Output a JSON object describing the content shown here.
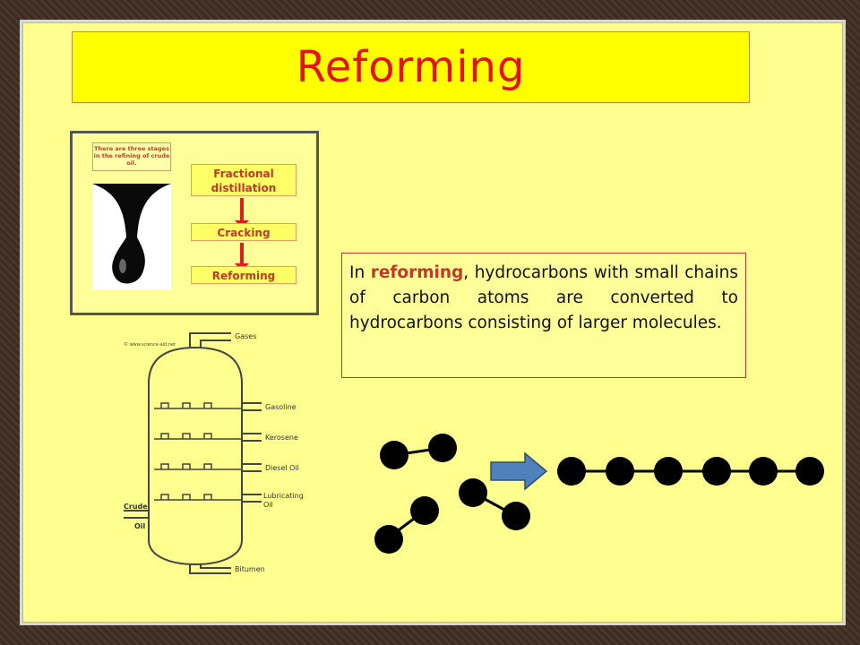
{
  "slide": {
    "title": "Reforming"
  },
  "stages_diagram": {
    "intro": "There are three stages in the refining of crude oil.",
    "stages": [
      "Fractional distillation",
      "Cracking",
      "Reforming"
    ]
  },
  "column_diagram": {
    "copyright": "© www.science-aid.net",
    "input_label_1": "Crude",
    "input_label_2": "Oil",
    "outputs": [
      "Gases",
      "Gasoline",
      "Kerosene",
      "Diesel Oil",
      "Lubricating",
      "Oil",
      "Bitumen"
    ]
  },
  "description": {
    "prefix": "In ",
    "keyword": "reforming",
    "suffix": ", hydrocarbons with small chains of carbon atoms are converted to hydrocarbons consisting of larger molecules."
  },
  "colors": {
    "title": "#e4131b",
    "title_bg": "#ffff00",
    "board_bg": "#ffff90",
    "arrow": "#4f81bd",
    "atom": "#000000"
  },
  "icons": {
    "process_arrow": "right-arrow-icon",
    "atom": "atom-circle-icon"
  }
}
